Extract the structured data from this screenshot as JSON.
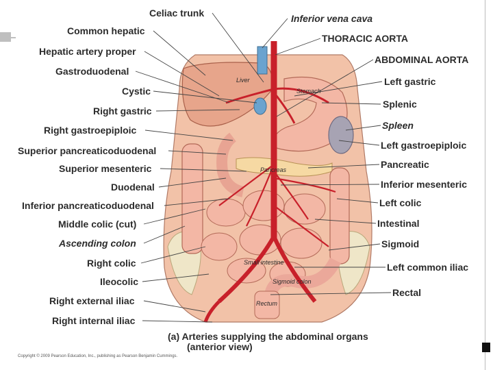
{
  "labels_left": [
    {
      "id": "common-hepatic",
      "text": "Common hepatic",
      "italic": false
    },
    {
      "id": "hepatic-artery-proper",
      "text": "Hepatic artery proper",
      "italic": false
    },
    {
      "id": "gastroduodenal",
      "text": "Gastroduodenal",
      "italic": false
    },
    {
      "id": "cystic",
      "text": "Cystic",
      "italic": false
    },
    {
      "id": "right-gastric",
      "text": "Right gastric",
      "italic": false
    },
    {
      "id": "right-gastroepiploic",
      "text": "Right gastroepiploic",
      "italic": false
    },
    {
      "id": "superior-pancreaticoduodenal",
      "text": "Superior pancreaticoduodenal",
      "italic": false
    },
    {
      "id": "superior-mesenteric",
      "text": "Superior mesenteric",
      "italic": false
    },
    {
      "id": "duodenal",
      "text": "Duodenal",
      "italic": false
    },
    {
      "id": "inferior-pancreaticoduodenal",
      "text": "Inferior pancreaticoduodenal",
      "italic": false
    },
    {
      "id": "middle-colic",
      "text": "Middle colic (cut)",
      "italic": false
    },
    {
      "id": "ascending-colon",
      "text": "Ascending colon",
      "italic": true
    },
    {
      "id": "right-colic",
      "text": "Right colic",
      "italic": false
    },
    {
      "id": "ileocolic",
      "text": "Ileocolic",
      "italic": false
    },
    {
      "id": "right-external-iliac",
      "text": "Right external iliac",
      "italic": false
    },
    {
      "id": "right-internal-iliac",
      "text": "Right internal iliac",
      "italic": false
    }
  ],
  "labels_top": [
    {
      "id": "celiac-trunk",
      "text": "Celiac trunk",
      "italic": false
    },
    {
      "id": "inferior-vena-cava",
      "text": "Inferior vena cava",
      "italic": true
    }
  ],
  "labels_right": [
    {
      "id": "thoracic-aorta",
      "text": "THORACIC AORTA",
      "italic": false
    },
    {
      "id": "abdominal-aorta",
      "text": "ABDOMINAL AORTA",
      "italic": false
    },
    {
      "id": "left-gastric",
      "text": "Left gastric",
      "italic": false
    },
    {
      "id": "splenic",
      "text": "Splenic",
      "italic": false
    },
    {
      "id": "spleen",
      "text": "Spleen",
      "italic": true
    },
    {
      "id": "left-gastroepiploic",
      "text": "Left gastroepiploic",
      "italic": false
    },
    {
      "id": "pancreatic",
      "text": "Pancreatic",
      "italic": false
    },
    {
      "id": "inferior-mesenteric",
      "text": "Inferior mesenteric",
      "italic": false
    },
    {
      "id": "left-colic",
      "text": "Left colic",
      "italic": false
    },
    {
      "id": "intestinal",
      "text": "Intestinal",
      "italic": false
    },
    {
      "id": "sigmoid",
      "text": "Sigmoid",
      "italic": false
    },
    {
      "id": "left-common-iliac",
      "text": "Left common iliac",
      "italic": false
    },
    {
      "id": "rectal",
      "text": "Rectal",
      "italic": false
    }
  ],
  "organ_labels": {
    "liver": "Liver",
    "stomach": "Stomach",
    "pancreas": "Pancreas",
    "small_intestine": "Small intestine",
    "sigmoid_colon": "Sigmoid colon",
    "rectum": "Rectum"
  },
  "caption": {
    "part": "(a)",
    "line1": "Arteries supplying the abdominal organs",
    "line2": "(anterior view)"
  },
  "copyright": "Copyright © 2009 Pearson Education, Inc., publishing as Pearson Benjamin Cummings.",
  "colors": {
    "artery": "#c8202a",
    "skin": "#f2c2a8",
    "liver": "#e7a58b",
    "intestine": "#f3b7a5",
    "leader": "#444444",
    "spleen": "#a7a3b3",
    "vena_cava": "#6aa3cf",
    "bone": "#efe6c8"
  }
}
